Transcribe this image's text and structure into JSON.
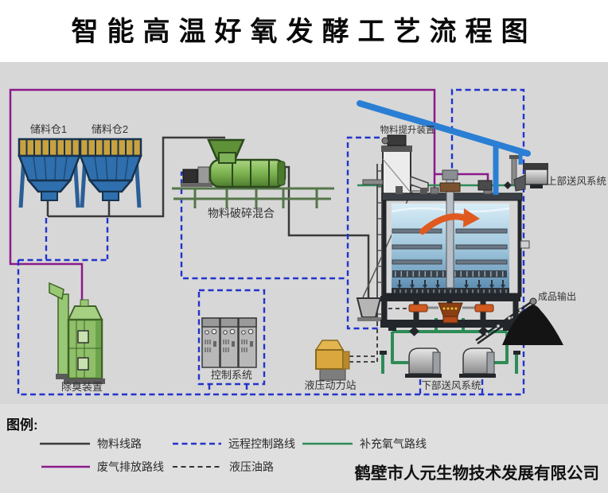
{
  "title": "智能高温好氧发酵工艺流程图",
  "company": "鹤壁市人元生物技术发展有限公司",
  "equipment": {
    "silo1": "储料仓1",
    "silo2": "储料仓2",
    "crusher": "物料破碎混合",
    "lifter": "物料提升装置",
    "upper_air": "上部送风系统",
    "product_output": "成品输出",
    "lower_air": "下部送风系统",
    "deodorizer": "除臭装置",
    "control": "控制系统",
    "hydraulic_station": "液压动力站"
  },
  "legend": {
    "heading": "图例:",
    "items": [
      {
        "label": "物料线路",
        "style": "solid",
        "color": "#3a3a3a"
      },
      {
        "label": "远程控制路线",
        "style": "dashed",
        "color": "#2233cc"
      },
      {
        "label": "补充氧气路线",
        "style": "solid",
        "color": "#2e8b57"
      },
      {
        "label": "废气排放路线",
        "style": "solid",
        "color": "#8b1a8b"
      },
      {
        "label": "液压油路",
        "style": "dashed",
        "color": "#333333"
      }
    ]
  },
  "colors": {
    "header_background": "#ffffff",
    "background": "#d7d7d7",
    "legend_background": "#dfdfdf",
    "material_line": "#3a3a3a",
    "remote_control_line": "#2233cc",
    "oxygen_line": "#2e8b57",
    "waste_gas_line": "#8b1a8b",
    "hydraulic_line": "#333333",
    "roof": "#2a7fd4",
    "silo_body": "#2f6fad",
    "silo_grid": "#c9a23f",
    "crusher_body": "#6fa348",
    "deodorizer_body": "#8fbf69",
    "hydraulic_station_body": "#d9a73e",
    "product_pile": "#141414",
    "mix_arrow": "#e05a20"
  }
}
